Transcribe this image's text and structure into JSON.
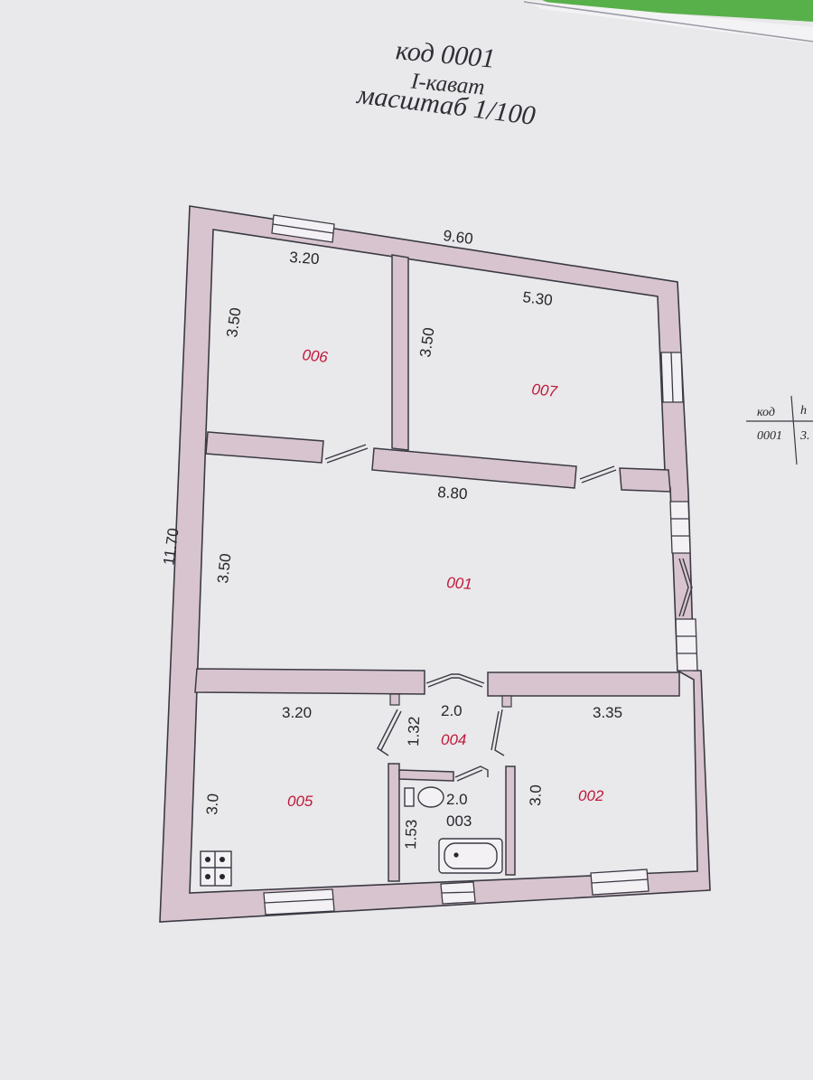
{
  "header": {
    "code": "код 0001",
    "floor": "I-кават",
    "scale": "масштаб 1/100"
  },
  "dimensions": {
    "overall_width": "9.60",
    "overall_length": "11.70",
    "room_006_width": "3.20",
    "room_006_height": "3.50",
    "room_007_width": "5.30",
    "room_007_height": "3.50",
    "room_001_width": "8.80",
    "room_001_height": "3.50",
    "room_005_width": "3.20",
    "room_005_height": "3.0",
    "room_004_width": "2.0",
    "room_004_height": "1.32",
    "room_003_width": "2.0",
    "room_003_height": "1.53",
    "room_002_width": "3.35",
    "room_002_height": "3.0"
  },
  "rooms": {
    "r001": "001",
    "r002": "002",
    "r003": "003",
    "r004": "004",
    "r005": "005",
    "r006": "006",
    "r007": "007"
  },
  "side_table": {
    "col1_header": "код",
    "col2_header": "h",
    "row1_col1": "0001",
    "row1_col2": "3."
  },
  "colors": {
    "paper": "#e9e8ea",
    "wall_fill": "#d8c4ce",
    "wall_line": "#3a3a44",
    "room_number_ink": "#c0183a",
    "green_strip": "#58b04a"
  }
}
